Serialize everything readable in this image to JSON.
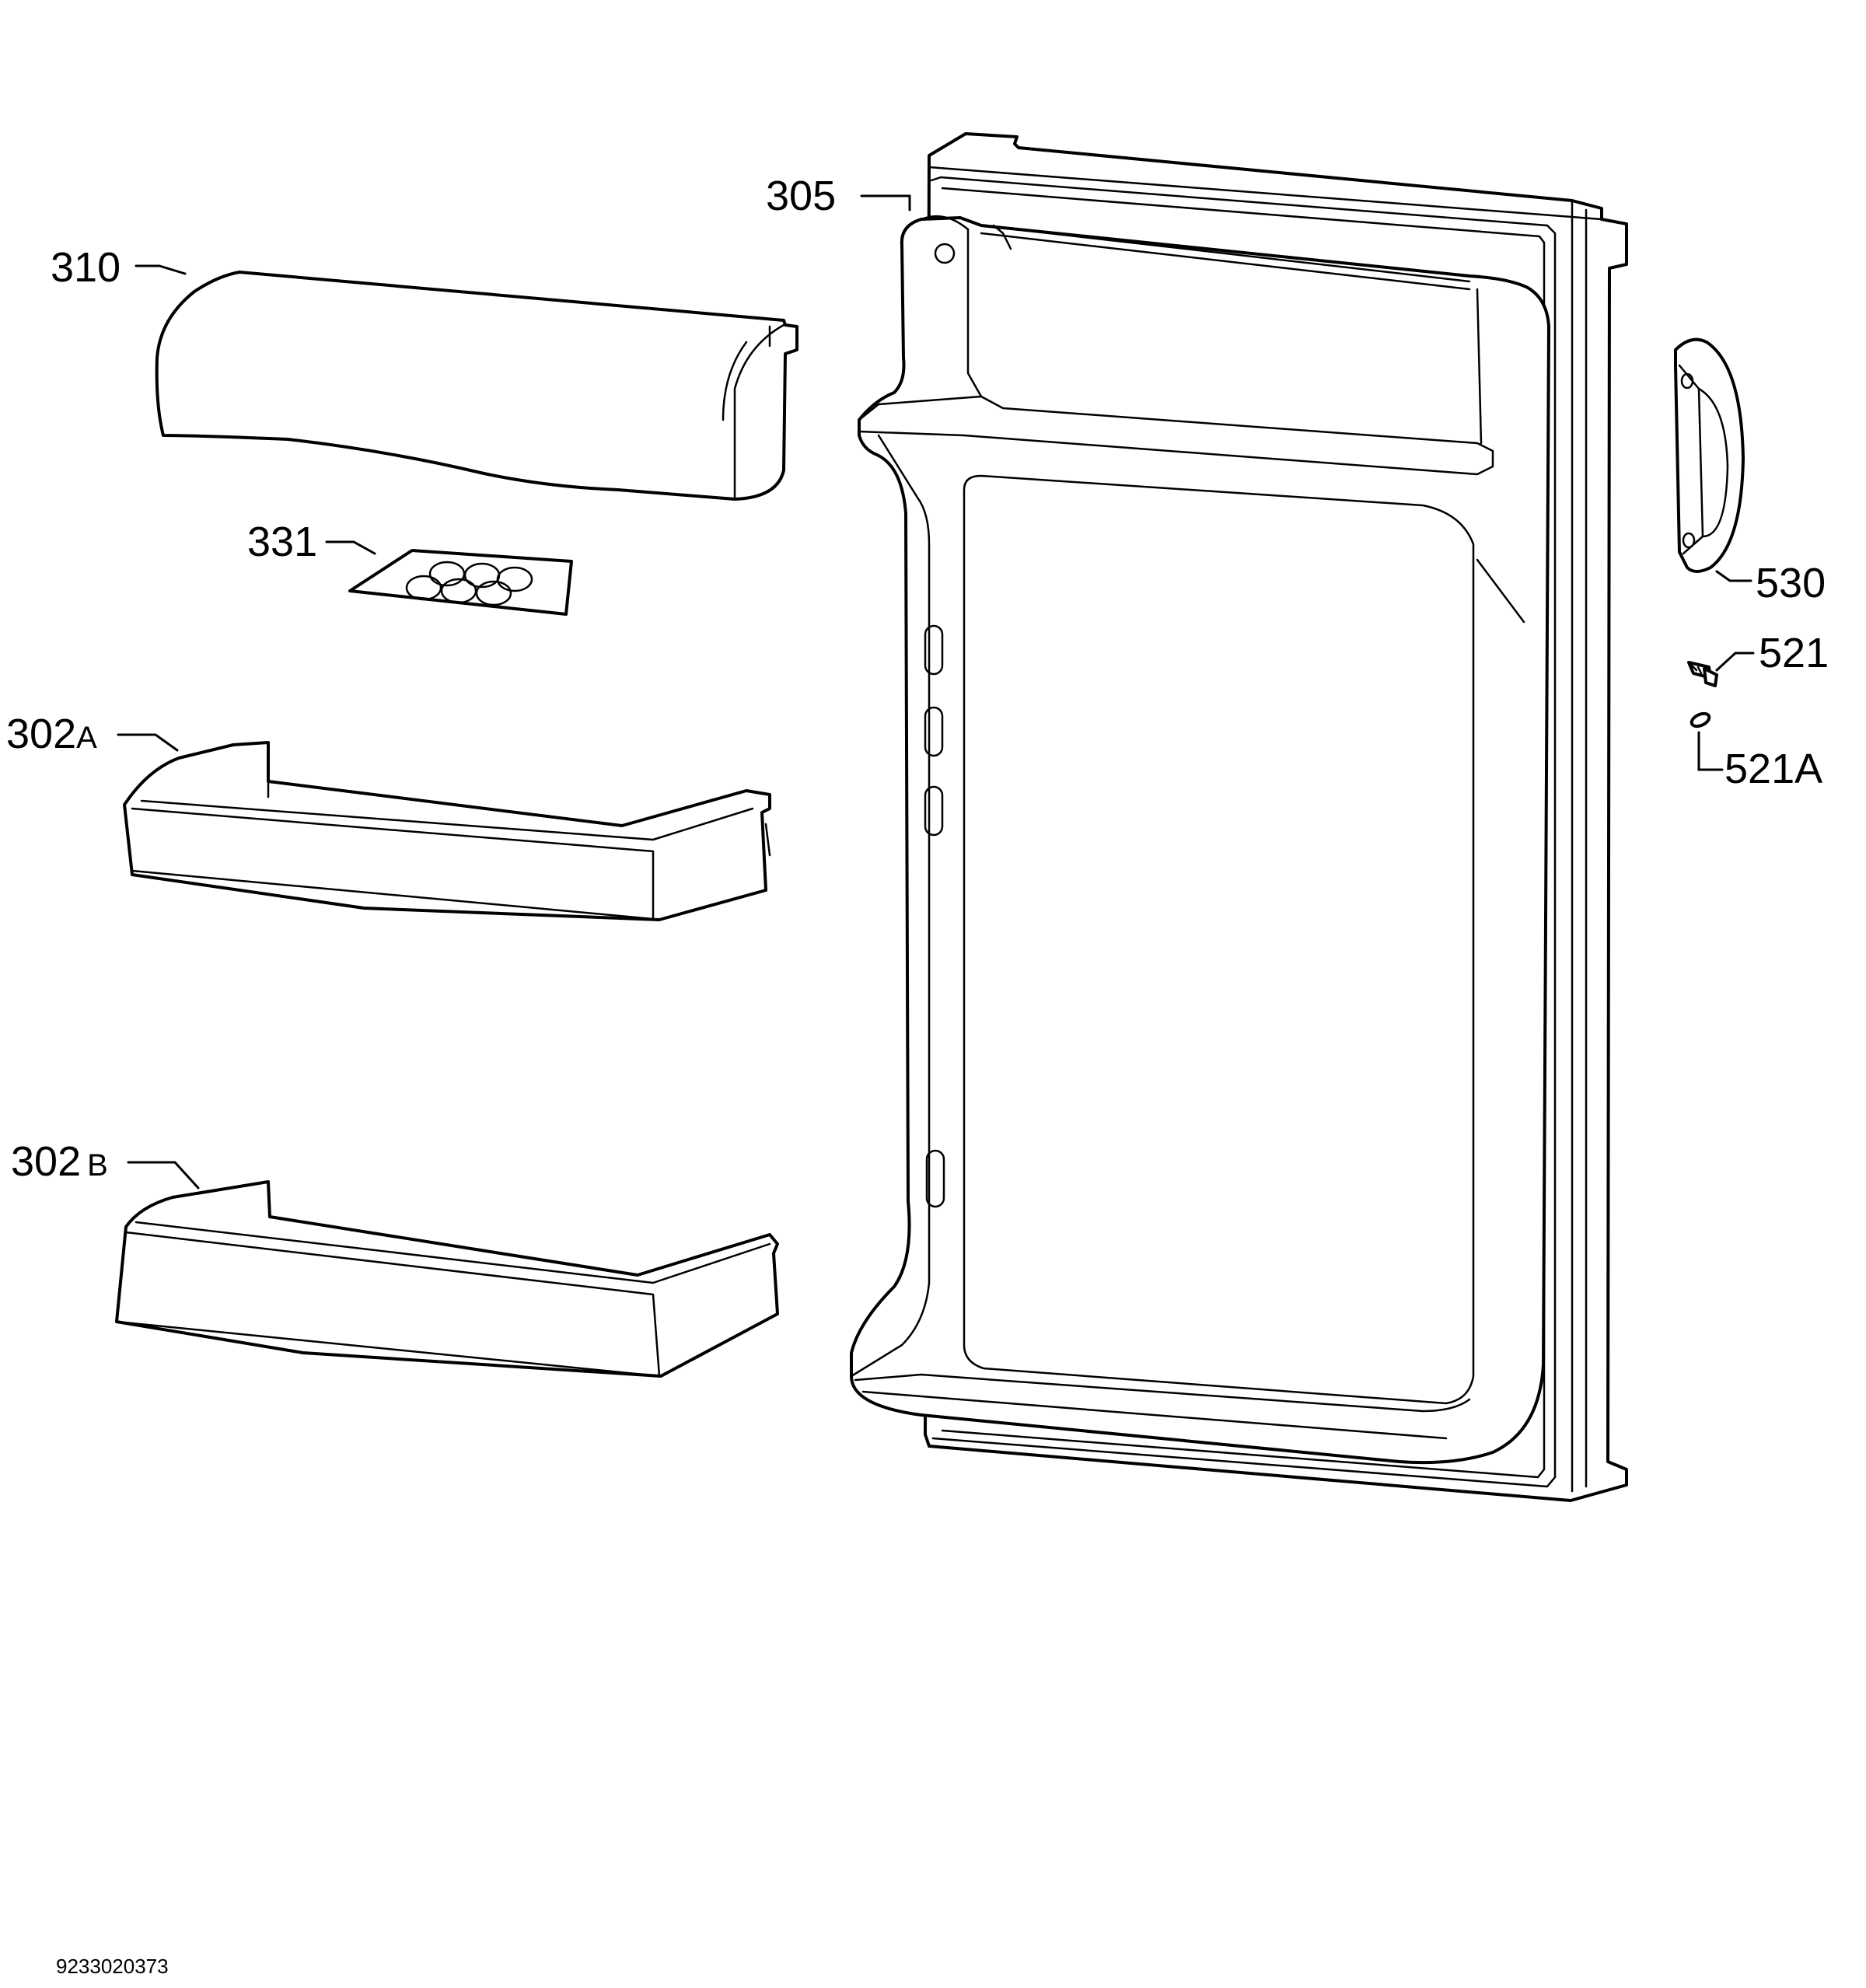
{
  "diagram": {
    "parts": [
      {
        "id": "305",
        "name": "door"
      },
      {
        "id": "310",
        "name": "dairy-compartment-cover"
      },
      {
        "id": "331",
        "name": "egg-tray"
      },
      {
        "id": "302A",
        "number": "302",
        "suffix": "A",
        "name": "door-shelf-upper"
      },
      {
        "id": "302B",
        "number": "302",
        "suffix": "B",
        "name": "door-shelf-lower"
      },
      {
        "id": "530",
        "name": "door-handle"
      },
      {
        "id": "521",
        "name": "screw"
      },
      {
        "id": "521A",
        "name": "washer"
      }
    ],
    "labels": {
      "p305": "305",
      "p310": "310",
      "p331": "331",
      "p302a_num": "302",
      "p302a_suf": "A",
      "p302b_num": "302",
      "p302b_suf": "B",
      "p530": "530",
      "p521": "521",
      "p521a": "521A"
    },
    "document_id": "9233020373"
  },
  "colors": {
    "line": "#000000",
    "background": "#ffffff"
  }
}
